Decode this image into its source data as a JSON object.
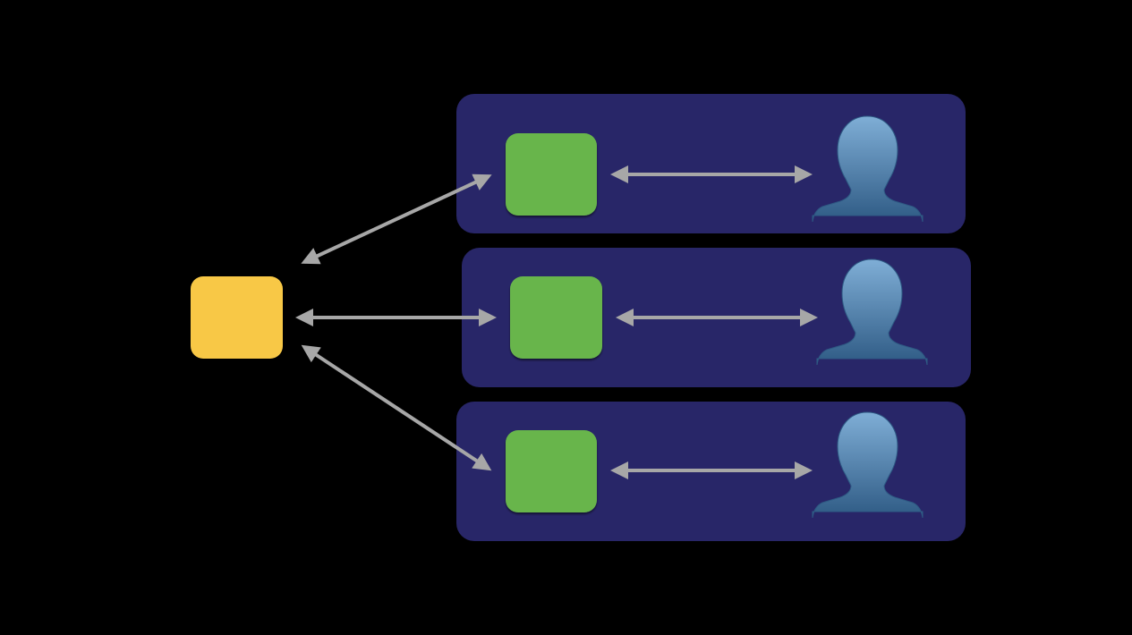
{
  "colors": {
    "background": "#000000",
    "server_node": "#F8C846",
    "client_node": "#67B54C",
    "client_node_shadow": "#3F7A2C",
    "panel": "#282668",
    "arrow": "#A7A7A7",
    "user_light": "#7FAED6",
    "user_dark": "#2E5A84"
  },
  "nodes": {
    "server": {
      "icon": "rounded-square"
    },
    "rows": [
      {
        "client_icon": "rounded-square",
        "user_icon": "user-silhouette-icon"
      },
      {
        "client_icon": "rounded-square",
        "user_icon": "user-silhouette-icon"
      },
      {
        "client_icon": "rounded-square",
        "user_icon": "user-silhouette-icon"
      }
    ]
  },
  "connections": {
    "server_to_client": "bidirectional",
    "client_to_user": "bidirectional"
  }
}
